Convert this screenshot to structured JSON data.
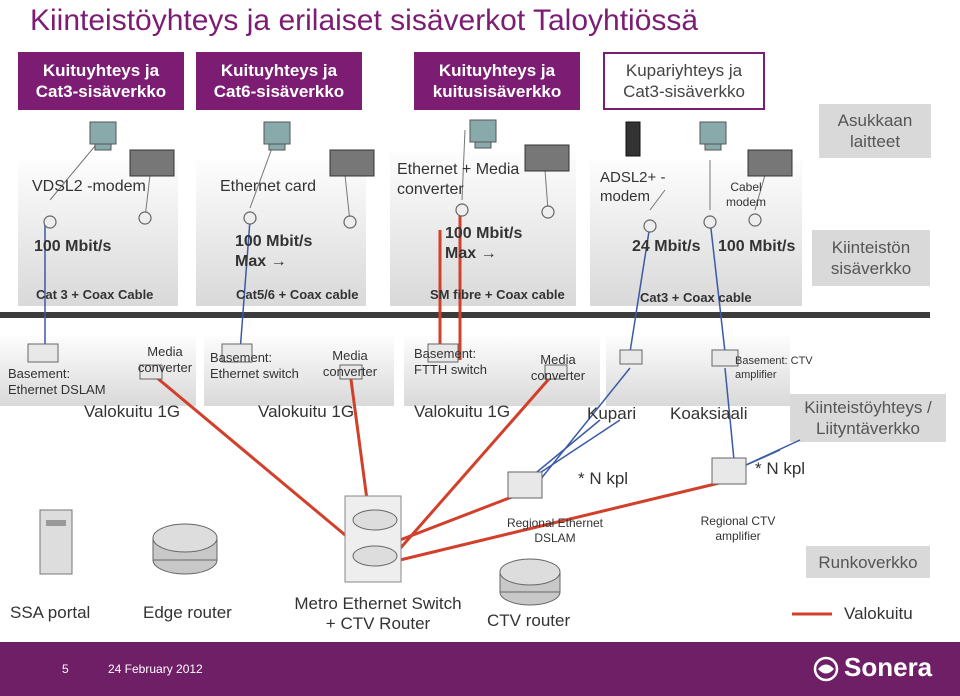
{
  "title": "Kiinteistöyhteys ja erilaiset sisäverkot Taloyhtiössä",
  "columns": [
    {
      "header": "Kuituyhteys ja Cat3-sisäverkko",
      "device": "VDSL2 -modem",
      "speed": "100 Mbit/s",
      "cable": "Cat 3 + Coax Cable"
    },
    {
      "header": "Kuituyhteys ja Cat6-sisäverkko",
      "device": "Ethernet card",
      "speed": "100 Mbit/s Max →",
      "cable": "Cat5/6 + Coax cable"
    },
    {
      "header": "Kuituyhteys ja kuitusisäverkko",
      "device": "Ethernet + Media converter",
      "speed": "100 Mbit/s Max →",
      "cable": "SM fibre + Coax cable"
    },
    {
      "header": "Kupariyhteys ja Cat3-sisäverkko",
      "device": "ADSL2+ -modem",
      "device2": "Cabel modem",
      "speed": "24 Mbit/s",
      "speed2": "100 Mbit/s",
      "cable": "Cat3 + Coax cable"
    }
  ],
  "side_labels": {
    "asukkaan": "Asukkaan laitteet",
    "kiinteiston": "Kiinteistön sisäverkko",
    "kiinteistoyhteys": "Kiinteistöyhteys / Liityntäverkko",
    "runkoverkko": "Runkoverkko",
    "valokuitu_legend": "Valokuitu"
  },
  "basement": {
    "b1": "Basement: Ethernet DSLAM",
    "m1": "Media converter",
    "b2": "Basement: Ethernet switch",
    "m2": "Media converter",
    "b3": "Basement: FTTH switch",
    "m3": "Media converter",
    "b4": "Basement: CTV amplifier"
  },
  "access": {
    "v1": "Valokuitu 1G",
    "v2": "Valokuitu 1G",
    "v3": "Valokuitu 1G",
    "kupari": "Kupari",
    "koaksiaali": "Koaksiaali",
    "nkpl1": "* N kpl",
    "nkpl2": "* N kpl"
  },
  "core": {
    "regional_dslam": "Regional Ethernet DSLAM",
    "regional_ctv": "Regional CTV amplifier",
    "ssa": "SSA portal",
    "edge": "Edge router",
    "metro": "Metro Ethernet Switch + CTV Router",
    "ctv_router": "CTV router"
  },
  "footer": {
    "page": "5",
    "date": "24 February 2012",
    "brand": "Sonera"
  },
  "colors": {
    "accent": "#7c1d73",
    "fiber": "#d1402a",
    "footer": "#6f1f66"
  }
}
